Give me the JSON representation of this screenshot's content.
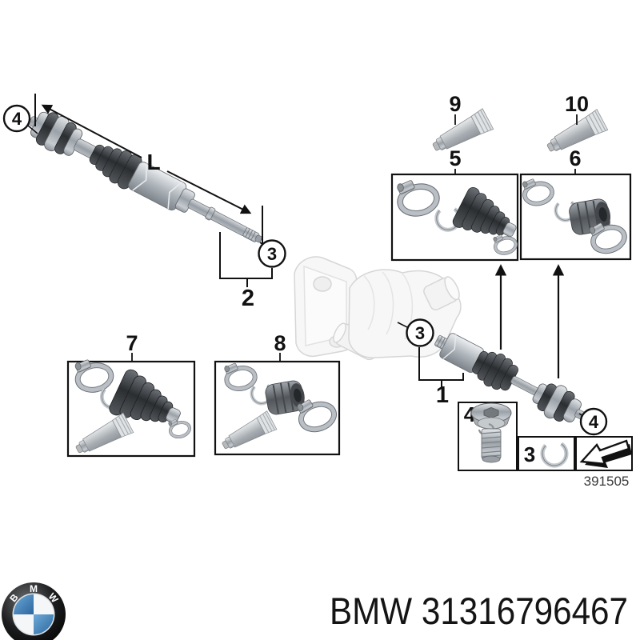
{
  "diagram": {
    "number": "391505",
    "dimension_label": "L",
    "callouts": {
      "outer_joint_left": "4",
      "inner_joint_left": "3",
      "inner_joint_right": "3",
      "outer_joint_right": "4"
    },
    "brackets": {
      "left_shaft_section": "2",
      "right_shaft_section": "1"
    },
    "kit_boxes": {
      "box5": "5",
      "box6": "6",
      "box7": "7",
      "box8": "8"
    },
    "grease_tubes": {
      "tube9": "9",
      "tube10": "10"
    },
    "insets": {
      "bolt": "4",
      "snap_ring": "3"
    }
  },
  "footer": {
    "part_number": "BMW 31316796467",
    "logo_letters": {
      "b": "B",
      "m": "M",
      "w": "W"
    }
  },
  "colors": {
    "line": "#111111",
    "boot_dark": "#303336",
    "metal": "#b4bac0",
    "ghost_outline": "#d6d6d6",
    "logo_blue": "#4389c0",
    "text": "#141414"
  }
}
